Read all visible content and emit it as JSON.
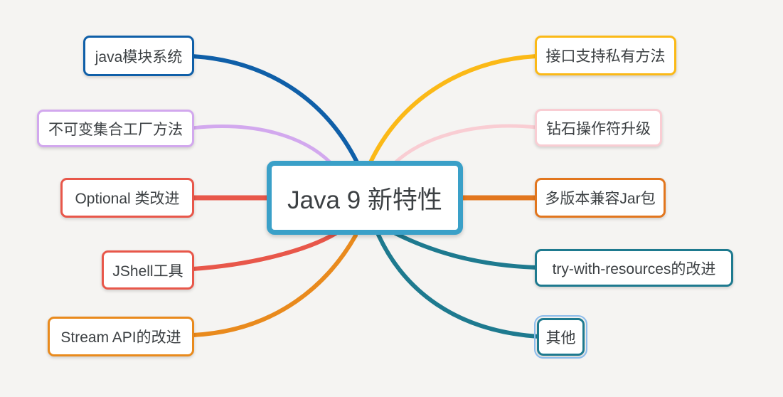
{
  "background_color": "#f5f4f2",
  "text_color": "#3c4043",
  "center": {
    "label": "Java 9 新特性",
    "color": "#3aa0c8"
  },
  "branches": {
    "left": [
      {
        "label": "java模块系统",
        "color": "#0f5fa8"
      },
      {
        "label": "不可变集合工厂方法",
        "color": "#d2a8ee"
      },
      {
        "label": "Optional 类改进",
        "color": "#e8574a"
      },
      {
        "label": "JShell工具",
        "color": "#e8574a"
      },
      {
        "label": "Stream API的改进",
        "color": "#e98a1d"
      }
    ],
    "right": [
      {
        "label": "接口支持私有方法",
        "color": "#fbb917"
      },
      {
        "label": "钻石操作符升级",
        "color": "#f9cdd3"
      },
      {
        "label": "多版本兼容Jar包",
        "color": "#e2761e"
      },
      {
        "label": "try-with-resources的改进",
        "color": "#1e7a8f"
      },
      {
        "label": "其他",
        "color": "#1e7a8f",
        "selected": true,
        "selection_color": "#8cbcec"
      }
    ]
  }
}
